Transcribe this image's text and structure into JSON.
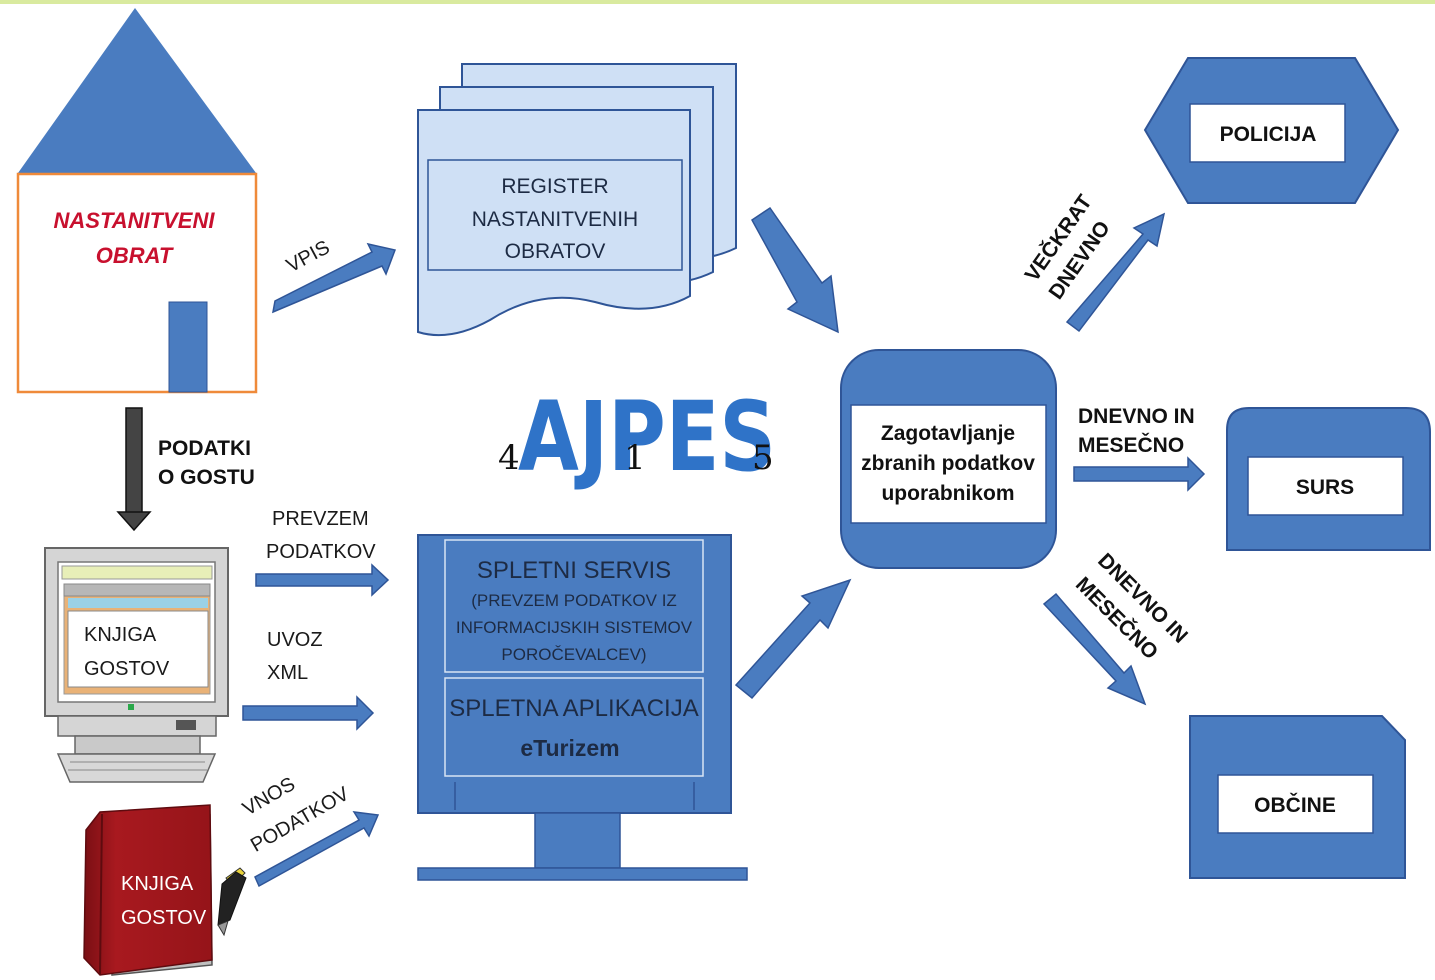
{
  "colors": {
    "blue": "#4a7cc0",
    "blue_dark": "#2f5597",
    "light_blue": "#cfe0f5",
    "house_border": "#ef8a3a",
    "book_red": "#a8191f",
    "top_bar": "#d9ea9f",
    "label_red": "#c8102e"
  },
  "house": {
    "line1": "NASTANITVENI",
    "line2": "OBRAT"
  },
  "register": {
    "line1": "REGISTER",
    "line2": "NASTANITVENIH",
    "line3": "OBRATOV"
  },
  "arrow_vpis": "VPIS",
  "guest_data": {
    "line1": "PODATKI",
    "line2": "O GOSTU"
  },
  "computer": {
    "line1": "KNJIGA",
    "line2": "GOSTOV"
  },
  "prevzem": {
    "line1": "PREVZEM",
    "line2": "PODATKOV"
  },
  "uvoz": {
    "line1": "UVOZ",
    "line2": "XML"
  },
  "vnos": {
    "line1": "VNOS",
    "line2": "PODATKOV"
  },
  "book": {
    "line1": "KNJIGA",
    "line2": "GOSTOV"
  },
  "logo": {
    "letters": "AJPES",
    "digit_left": "4",
    "digit_mid": "1",
    "digit_right": "5"
  },
  "monitor": {
    "servis_title": "SPLETNI SERVIS",
    "servis_line1": "(PREVZEM PODATKOV IZ",
    "servis_line2": "INFORMACIJSKIH SISTEMOV",
    "servis_line3": "POROČEVALCEV)",
    "app_title": "SPLETNA APLIKACIJA",
    "app_name": "eTurizem"
  },
  "hub": {
    "line1": "Zagotavljanje",
    "line2": "zbranih podatkov",
    "line3": "uporabnikom"
  },
  "policija": {
    "label": "POLICIJA",
    "freq_line1": "VEČKRAT",
    "freq_line2": "DNEVNO"
  },
  "surs": {
    "label": "SURS",
    "freq_line1": "DNEVNO IN",
    "freq_line2": "MESEČNO"
  },
  "obcine": {
    "label": "OBČINE",
    "freq_line1": "DNEVNO IN",
    "freq_line2": "MESEČNO"
  }
}
